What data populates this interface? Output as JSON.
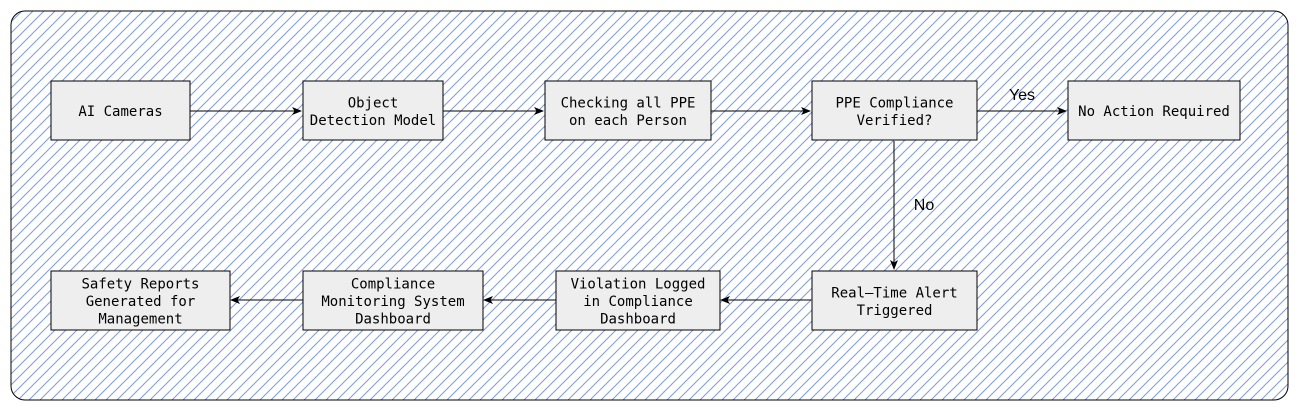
{
  "diagram": {
    "colors": {
      "background_hatch": "#7f9bd8",
      "box_fill": "#eeeeee",
      "stroke": "#000000"
    },
    "nodes": {
      "ai_cameras": [
        "AI Cameras"
      ],
      "object_detection": [
        "Object",
        "Detection Model"
      ],
      "checking_ppe": [
        "Checking all PPE",
        "on each Person"
      ],
      "ppe_compliance": [
        "PPE Compliance",
        "Verified?"
      ],
      "no_action": [
        "No Action Required"
      ],
      "realtime_alert": [
        "Real–Time Alert",
        "Triggered"
      ],
      "violation_logged": [
        "Violation Logged",
        "in Compliance",
        "Dashboard"
      ],
      "compliance_dashboard": [
        "Compliance",
        "Monitoring System",
        "Dashboard"
      ],
      "safety_reports": [
        "Safety Reports",
        "Generated for",
        "Management"
      ]
    },
    "edge_labels": {
      "yes": "Yes",
      "no": "No"
    }
  }
}
